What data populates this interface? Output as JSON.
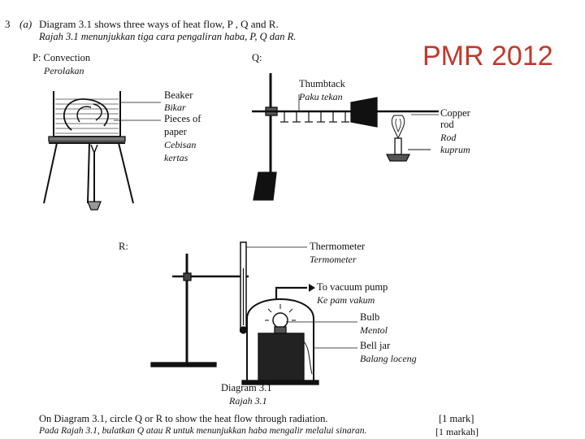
{
  "question": {
    "number": "3",
    "part": "(a)",
    "stem_en": "Diagram 3.1 shows three ways of heat flow, P , Q and R.",
    "stem_ms": "Rajah 3.1 menunjukkan tiga cara pengaliran haba, P, Q dan R."
  },
  "stamp": "PMR 2012",
  "p": {
    "title": "P: Convection",
    "title_ms": "Perolakan",
    "beaker": "Beaker",
    "beaker_ms": "Bikar",
    "pieces_l1": "Pieces of",
    "pieces_l2": "paper",
    "pieces_ms_l1": "Cebisan",
    "pieces_ms_l2": "kertas"
  },
  "q": {
    "title": "Q:",
    "thumbtack": "Thumbtack",
    "thumbtack_ms": "Paku tekan",
    "copper_l1": "Copper",
    "copper_l2": "rod",
    "copper_ms_l1": "Rod",
    "copper_ms_l2": "kuprum"
  },
  "r": {
    "title": "R:",
    "thermometer": "Thermometer",
    "thermometer_ms": "Termometer",
    "vacuum": "To vacuum pump",
    "vacuum_ms": "Ke pam vakum",
    "bulb": "Bulb",
    "bulb_ms": "Mentol",
    "bell_jar": "Bell jar",
    "bell_jar_ms": "Balang loceng"
  },
  "caption": {
    "en": "Diagram 3.1",
    "ms": "Rajah 3.1"
  },
  "instruction": {
    "en": "On Diagram 3.1, circle Q or R to show the heat flow through radiation.",
    "ms": "Pada Rajah 3.1, bulatkan Q atau R untuk menunjukkan haba mengalir melalui sinaran.",
    "mark_en": "[1 mark]",
    "mark_ms": "[1 markah]"
  }
}
